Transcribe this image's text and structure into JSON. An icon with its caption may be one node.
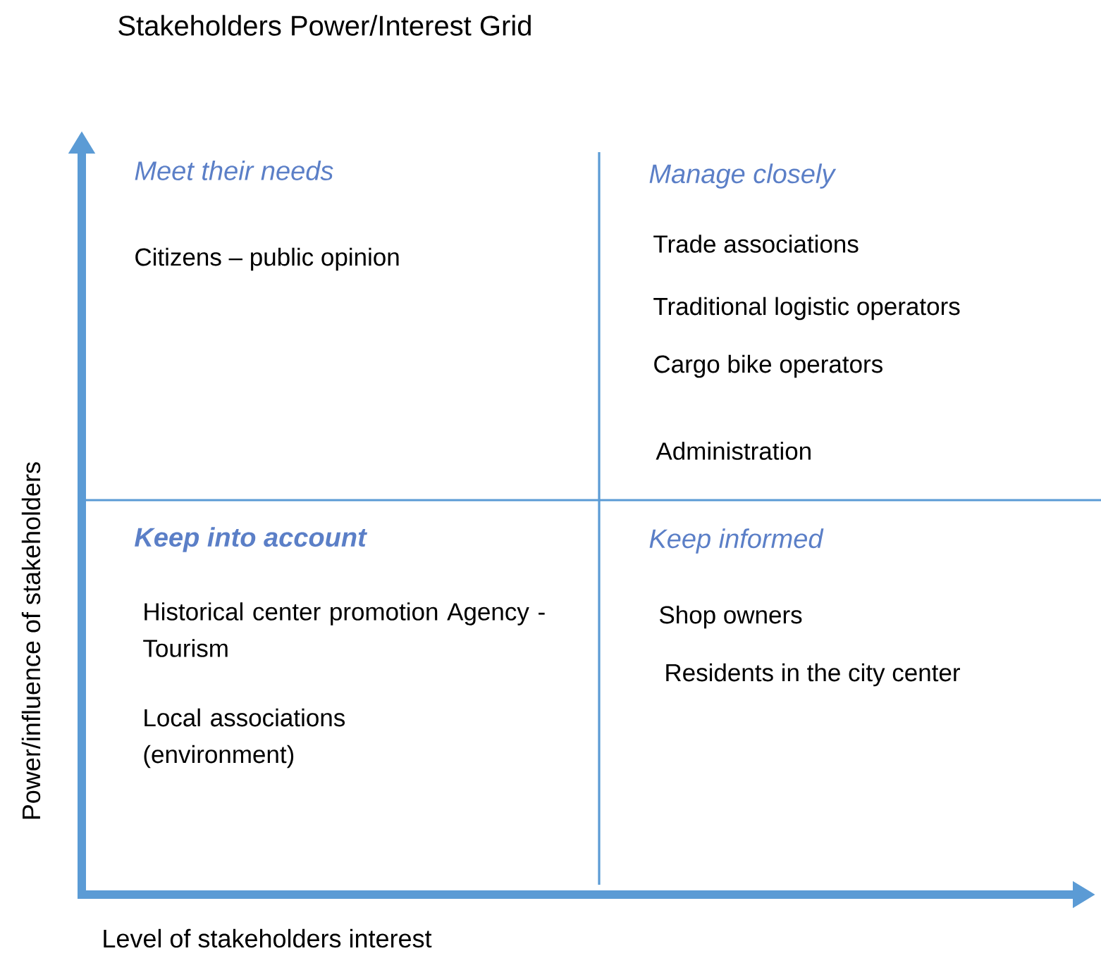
{
  "diagram": {
    "title": "Stakeholders  Power/Interest Grid",
    "labels": [
      "Meet their needs",
      "Manage closely",
      "Citizens – public opinion",
      "Trade associations",
      "Traditional logistic operators",
      "Cargo bike operators",
      "Administration",
      "Keep into account",
      "Keep informed",
      "Historical center promotion Agency - Tourism",
      "Shop owners",
      "Residents in the city center",
      "Local associations (environment)",
      "Power/influence of stakeholders",
      "Level of stakeholders interest"
    ]
  }
}
